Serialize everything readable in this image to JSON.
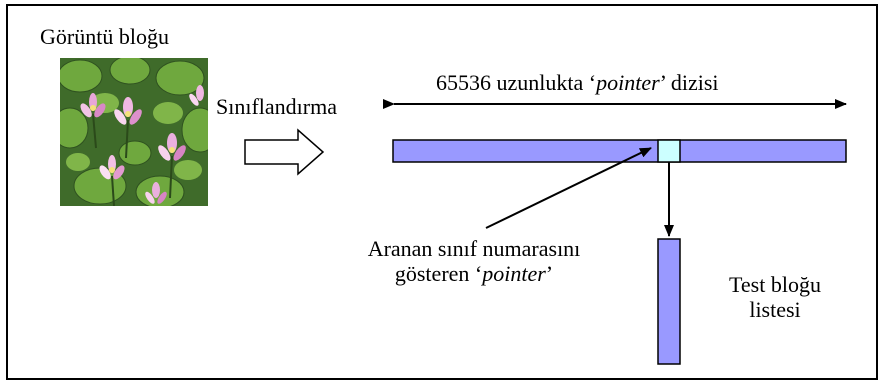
{
  "image_block": {
    "title": "Görüntü bloğu",
    "image_icon": "water-lily-photo-icon"
  },
  "classification": {
    "label": "Sınıflandırma",
    "arrow_icon": "hollow-right-arrow-icon"
  },
  "pointer_array": {
    "label_prefix": "65536 uzunlukta ‘",
    "label_italic": "pointer",
    "label_suffix": "’ dizisi",
    "bar_color": "#9999ff",
    "highlight_color": "#ccffff"
  },
  "pointer_caption": {
    "line1": "Aranan sınıf numarasını",
    "line2_prefix": "gösteren ‘",
    "line2_italic": "pointer",
    "line2_suffix": "’"
  },
  "test_block_list": {
    "line1": "Test bloğu",
    "line2": "listesi",
    "bar_color": "#9999ff"
  }
}
